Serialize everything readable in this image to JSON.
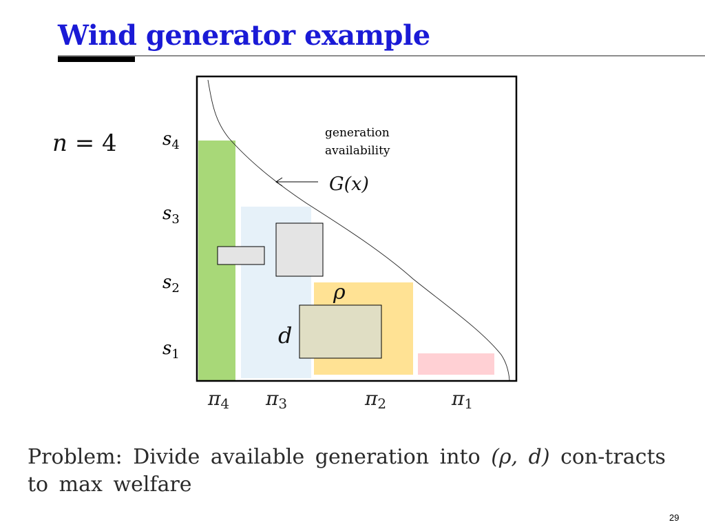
{
  "slide": {
    "title": "Wind generator example",
    "n_label": {
      "var": "n",
      "rest": " = 4"
    },
    "page_number": "29"
  },
  "diagram": {
    "annotation_line1": "generation",
    "annotation_line2": "availability",
    "curve_label": "G(x)",
    "rho_label": "ρ",
    "d_label": "d",
    "y_levels": [
      {
        "base": "s",
        "sub": "4"
      },
      {
        "base": "s",
        "sub": "3"
      },
      {
        "base": "s",
        "sub": "2"
      },
      {
        "base": "s",
        "sub": "1"
      }
    ],
    "x_labels": [
      {
        "base": "π",
        "sub": "4"
      },
      {
        "base": "π",
        "sub": "3"
      },
      {
        "base": "π",
        "sub": "2"
      },
      {
        "base": "π",
        "sub": "1"
      }
    ],
    "colors": {
      "pi4_block": "#a8d878",
      "pi3_block": "#e6f1f9",
      "pi2_block": "#ffe294",
      "pi1_block": "#ffd0d4",
      "contract_box": "#e4e4e4",
      "d_box": "#e0dec4"
    }
  },
  "problem": {
    "prefix": "Problem:  Divide available generation into ",
    "math": "(ρ, d)",
    "suffix": " con-tracts to max welfare"
  }
}
